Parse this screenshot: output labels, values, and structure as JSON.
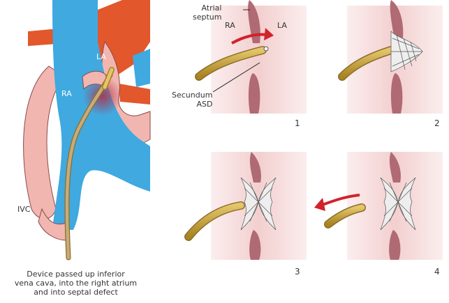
{
  "labels": {
    "la_main": "LA",
    "ra_main": "RA",
    "ivc": "IVC",
    "atrial_septum": "Atrial\nseptum",
    "ra_small": "RA",
    "la_small": "LA",
    "secundum_asd": "Secundum\nASD"
  },
  "caption": "Device passed up inferior\nvena cava, into the right atrium\nand into septal defect",
  "steps": [
    "1",
    "2",
    "3",
    "4"
  ],
  "colors": {
    "blue": "#3fa9e0",
    "artery": "#e2572c",
    "wall": "#f1b6b0",
    "septum": "#b06a73",
    "panel": "#f6dcdc",
    "catheter": "#c7a13a",
    "arrow": "#d2222a",
    "device": "#555555"
  }
}
